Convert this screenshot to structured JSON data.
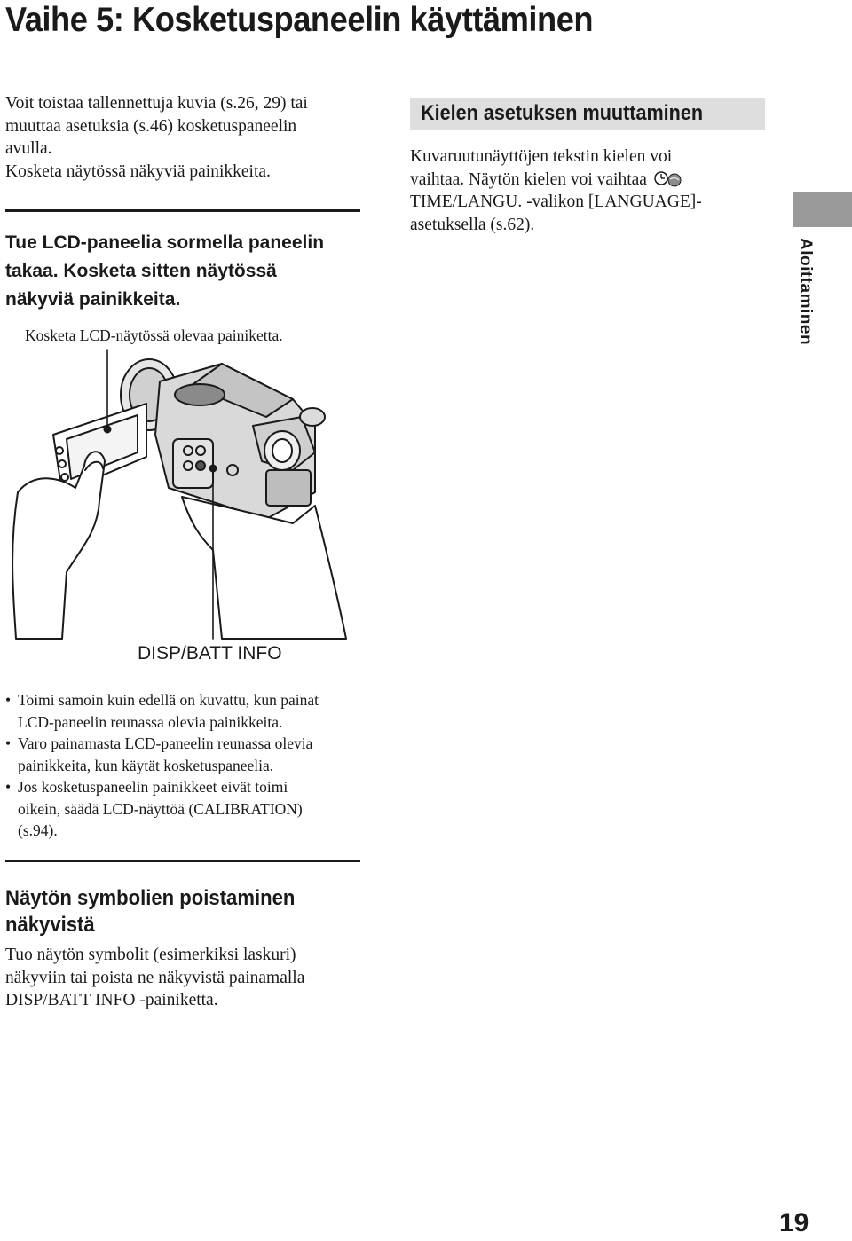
{
  "page": {
    "title": "Vaihe 5: Kosketuspaneelin käyttäminen",
    "page_number": "19"
  },
  "intro": {
    "lines": [
      "Voit toistaa tallennettuja kuvia (s.26, 29) tai",
      "muuttaa asetuksia (s.46) kosketuspaneelin",
      "avulla.",
      "Kosketa näytössä näkyviä painikkeita."
    ]
  },
  "step": {
    "lines": [
      "Tue LCD-paneelia sormella paneelin",
      "takaa. Kosketa sitten näytössä",
      "näkyviä painikkeita."
    ],
    "callout": "Kosketa LCD-näytössä olevaa painiketta.",
    "button_label": "DISP/BATT INFO"
  },
  "notes": [
    {
      "bullet": "•",
      "lines": [
        "Toimi samoin kuin edellä on kuvattu, kun painat",
        "LCD-paneelin reunassa olevia painikkeita."
      ]
    },
    {
      "bullet": "•",
      "lines": [
        "Varo painamasta LCD-paneelin reunassa olevia",
        "painikkeita, kun käytät kosketuspaneelia."
      ]
    },
    {
      "bullet": "•",
      "lines": [
        "Jos kosketuspaneelin painikkeet eivät toimi",
        "oikein, säädä LCD-näyttöä (CALIBRATION)",
        "(s.94)."
      ]
    }
  ],
  "symbols_section": {
    "title_lines": [
      "Näytön symbolien poistaminen",
      "näkyvistä"
    ],
    "body_lines": [
      "Tuo näytön symbolit (esimerkiksi laskuri)",
      "näkyviin tai poista ne näkyvistä painamalla",
      "DISP/BATT INFO -painiketta."
    ]
  },
  "language_section": {
    "title": "Kielen asetuksen muuttaminen",
    "line1": "Kuvaruutunäyttöjen tekstin kielen voi",
    "line2_before_icon": "vaihtaa. Näytön kielen voi vaihtaa",
    "line3": "TIME/LANGU. -valikon [LANGUAGE]-",
    "line4": "asetuksella (s.62).",
    "icon": "clock-globe-menu-icon"
  },
  "side_tab": {
    "label": "Aloittaminen",
    "color": "#9a9a9a"
  }
}
